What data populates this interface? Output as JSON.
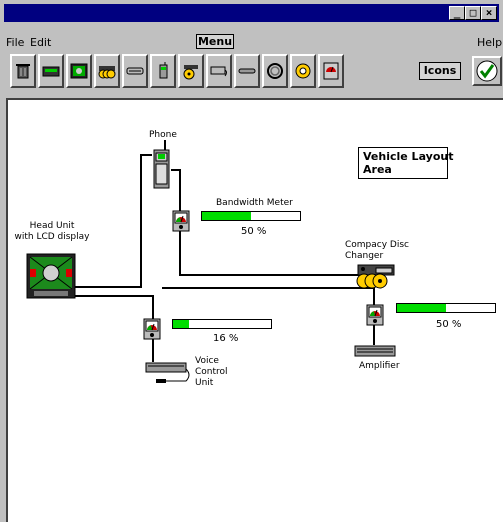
{
  "window": {
    "controls": {
      "minimize": "_",
      "maximize": "□",
      "close": "×"
    }
  },
  "menubar": {
    "file": "File",
    "edit": "Edit",
    "menu": "Menu",
    "help": "Help"
  },
  "toolbar": {
    "icons_label": "Icons",
    "items": [
      "trash-icon",
      "radio-icon",
      "lcd-display-icon",
      "cd-changer-icon",
      "slot-icon",
      "phone-icon",
      "speaker-icon",
      "cassette-icon",
      "bar-icon",
      "cable-coil-icon",
      "cd-disc-icon",
      "meter-icon"
    ]
  },
  "canvas": {
    "layout_title": "Vehicle Layout\nArea",
    "labels": {
      "phone": "Phone",
      "head_unit": "Head Unit\nwith LCD display",
      "bandwidth_meter": "Bandwidth Meter",
      "cd_changer": "Compacy Disc\nChanger",
      "voice_control": "Voice\nControl\nUnit",
      "amplifier": "Amplifier"
    },
    "meters": {
      "top": {
        "percent_label": "50 %",
        "fraction": 0.5
      },
      "left": {
        "percent_label": "16 %",
        "fraction": 0.16
      },
      "right": {
        "percent_label": "50 %",
        "fraction": 0.5
      }
    }
  },
  "colors": {
    "titlebar": "#000080",
    "meter_fill": "#00dd00",
    "face": "#c0c0c0"
  }
}
